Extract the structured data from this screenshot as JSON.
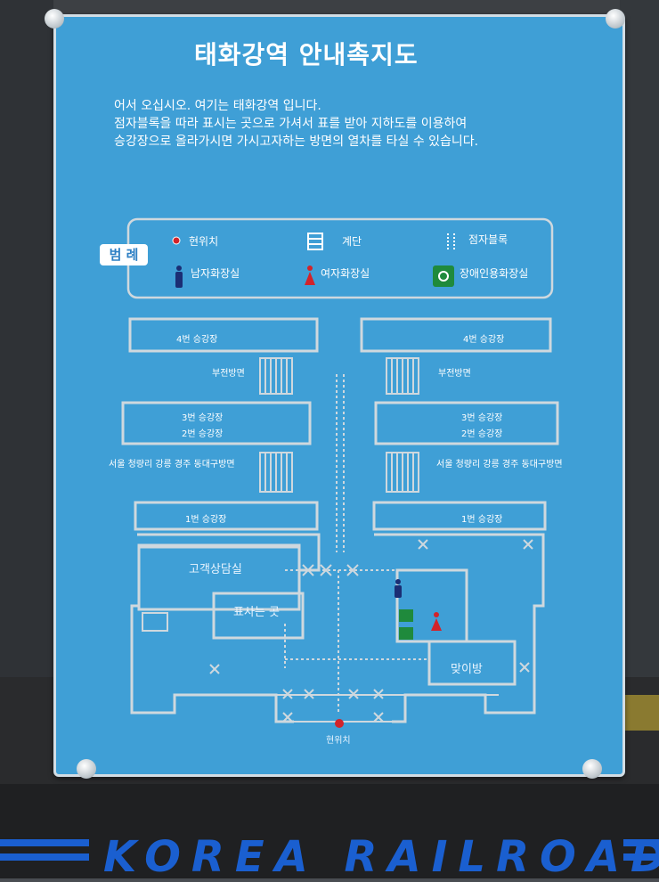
{
  "title": "태화강역 안내촉지도",
  "intro": {
    "line1": "어서 오십시오. 여기는 태화강역 입니다.",
    "line2": "점자블록을 따라 표시는 곳으로 가셔서 표를 받아 지하도를 이용하여",
    "line3": "승강장으로 올라가시면 가시고자하는 방면의 열차를 타실 수 있습니다."
  },
  "legend": {
    "title": "범 례",
    "current_location": "현위치",
    "stairs": "계단",
    "tactile_block": "점자블록",
    "mens_restroom": "남자화장실",
    "womens_restroom": "여자화장실",
    "accessible_restroom": "장애인용화장실"
  },
  "map": {
    "platform_4_left": "4번 승강장",
    "platform_4_right": "4번 승강장",
    "bujeon_left": "부전방면",
    "bujeon_right": "부전방면",
    "platform_3_left": "3번 승강장",
    "platform_2_left": "2번 승강장",
    "platform_3_right": "3번 승강장",
    "platform_2_right": "2번 승강장",
    "seoul_left": "서울 청량리 강릉 경주 동대구방면",
    "seoul_right": "서울 청량리 강릉 경주 동대구방면",
    "platform_1_left": "1번 승강장",
    "platform_1_right": "1번 승강장",
    "customer_service": "고객상담실",
    "ticket_place": "표사는 곳",
    "waiting_room": "맞이방",
    "current_location": "현위치"
  },
  "footer": "KOREA RAILROAD",
  "colors": {
    "sign_blue": "#3f9fd6",
    "line_silver": "#cfd8de",
    "location_red": "#d2232a",
    "footer_blue": "#1a5fd0",
    "restroom_green": "#1f8a3c"
  },
  "icons": [
    "red-dot-icon",
    "stairs-icon",
    "tactile-block-icon",
    "male-icon",
    "female-icon",
    "wheelchair-icon",
    "door-icon"
  ]
}
